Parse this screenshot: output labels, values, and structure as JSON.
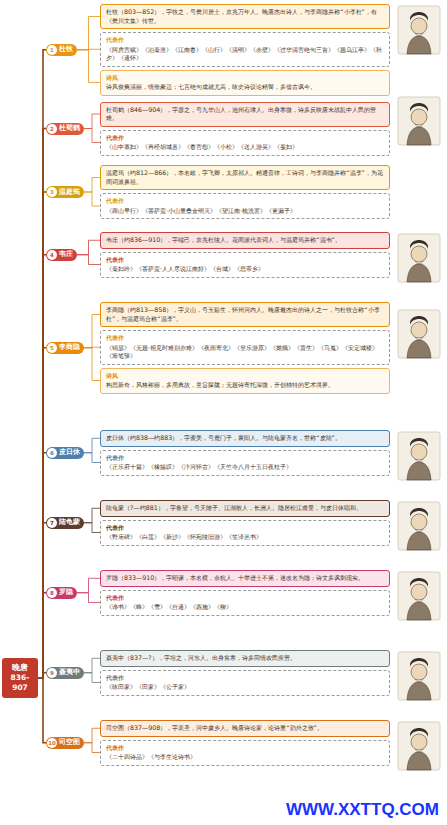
{
  "diagram": {
    "nodes": [
      {
        "text": [
          "晚唐 836-907"
        ]
      },
      {
        "text": [
          "1",
          "杜牧"
        ]
      },
      {
        "text": [
          "杜牧（803—852），字牧之，号樊川居士，京兆万年人。晚唐杰出诗人，与李商隐并称“小李杜”，有《樊川文集》传世。"
        ]
      },
      {
        "text": [
          "代表作",
          "《阿房宫赋》《泊秦淮》《江南春》《山行》《清明》《赤壁》《过华清宫绝句三首》《题乌江亭》《秋夕》《遣怀》"
        ]
      },
      {
        "text": [
          "诗风",
          "诗风俊爽清丽，情致豪迈；七言绝句成就尤高，咏史诗议论精警，多借古讽今。"
        ]
      },
      {
        "text": [
          "2",
          "杜荀鹤"
        ]
      },
      {
        "text": [
          "杜荀鹤（846—904），字彦之，号九华山人，池州石埭人。出身寒微，诗多反映唐末战乱中人民的苦难。"
        ]
      },
      {
        "text": [
          "代表作",
          "《山中寡妇》《再经胡城县》《春宫怨》《小松》《送人游吴》《蚕妇》"
        ]
      },
      {
        "text": [
          "3",
          "温庭筠"
        ]
      },
      {
        "text": [
          "温庭筠（约812—866），本名岐，字飞卿，太原祁人。精通音律，工诗词，与李商隐并称“温李”，为花间词派鼻祖。"
        ]
      },
      {
        "text": [
          "代表作",
          "《商山早行》《菩萨蛮·小山重叠金明灭》《望江南·梳洗罢》《更漏子》"
        ]
      },
      {
        "text": [
          "4",
          "韦庄"
        ]
      },
      {
        "text": [
          "韦庄（约836—910），字端己，京兆杜陵人。花间派代表词人，与温庭筠并称“温韦”。"
        ]
      },
      {
        "text": [
          "代表作",
          "《秦妇吟》《菩萨蛮·人人尽说江南好》《台城》《思帝乡》"
        ]
      },
      {
        "text": [
          "5",
          "李商隐"
        ]
      },
      {
        "text": [
          "李商隐（约813—858），字义山，号玉谿生，怀州河内人。晚唐最杰出的诗人之一，与杜牧合称“小李杜”，与温庭筠合称“温李”。"
        ]
      },
      {
        "text": [
          "代表作",
          "《锦瑟》《无题·相见时难别亦难》《夜雨寄北》《登乐游原》《嫦娥》《贾生》《马嵬》《安定城楼》《筹笔驿》"
        ]
      },
      {
        "text": [
          "诗风",
          "构思新奇，风格秾丽，多用典故，意旨朦胧；无题诗寄托深微，开创独特的艺术境界。"
        ]
      },
      {
        "text": [
          "6",
          "皮日休"
        ]
      },
      {
        "text": [
          "皮日休（约838—约883），字袭美，号鹿门子，襄阳人。与陆龟蒙齐名，世称“皮陆”。"
        ]
      },
      {
        "text": [
          "代表作",
          "《正乐府十篇》《橡媪叹》《汴河怀古》《天竺寺八月十五日夜桂子》"
        ]
      },
      {
        "text": [
          "7",
          "陆龟蒙"
        ]
      },
      {
        "text": [
          "陆龟蒙（?—约881），字鲁望，号天随子、江湖散人，长洲人。隐居松江甫里，与皮日休唱和。"
        ]
      },
      {
        "text": [
          "代表作",
          "《野庙碑》《白莲》《新沙》《怀宛陵旧游》《笠泽丛书》"
        ]
      },
      {
        "text": [
          "8",
          "罗隐"
        ]
      },
      {
        "text": [
          "罗隐（833—910），字昭谏，本名横，余杭人。十举进士不第，遂改名为隐；诗文多讽刺现实。"
        ]
      },
      {
        "text": [
          "代表作",
          "《谗书》《蜂》《雪》《自遣》《西施》《柳》"
        ]
      },
      {
        "text": [
          "9",
          "聂夷中"
        ]
      },
      {
        "text": [
          "聂夷中（837—?），字坦之，河东人。出身贫寒，诗多同情农民疾苦。"
        ]
      },
      {
        "text": [
          "代表作",
          "《咏田家》《田家》《公子家》"
        ]
      },
      {
        "text": [
          "10",
          "司空图"
        ]
      },
      {
        "text": [
          "司空图（837—908），字表圣，河中虞乡人。晚唐诗论家，论诗重“韵外之致”。"
        ]
      },
      {
        "text": [
          "代表作",
          "《二十四诗品》《与李生论诗书》"
        ]
      }
    ],
    "edges": [
      {
        "from": 0,
        "to": 1,
        "arrow": "none"
      },
      {
        "from": 0,
        "to": 5,
        "arrow": "none"
      },
      {
        "from": 0,
        "to": 8,
        "arrow": "none"
      },
      {
        "from": 0,
        "to": 11,
        "arrow": "none"
      },
      {
        "from": 0,
        "to": 14,
        "arrow": "none"
      },
      {
        "from": 0,
        "to": 18,
        "arrow": "none"
      },
      {
        "from": 0,
        "to": 21,
        "arrow": "none"
      },
      {
        "from": 0,
        "to": 24,
        "arrow": "none"
      },
      {
        "from": 0,
        "to": 27,
        "arrow": "none"
      },
      {
        "from": 0,
        "to": 30,
        "arrow": "none"
      },
      {
        "from": 1,
        "to": 2,
        "arrow": "none"
      },
      {
        "from": 1,
        "to": 3,
        "arrow": "none"
      },
      {
        "from": 1,
        "to": 4,
        "arrow": "none"
      },
      {
        "from": 5,
        "to": 6,
        "arrow": "none"
      },
      {
        "from": 5,
        "to": 7,
        "arrow": "none"
      },
      {
        "from": 8,
        "to": 9,
        "arrow": "none"
      },
      {
        "from": 8,
        "to": 10,
        "arrow": "none"
      },
      {
        "from": 11,
        "to": 12,
        "arrow": "none"
      },
      {
        "from": 11,
        "to": 13,
        "arrow": "none"
      },
      {
        "from": 14,
        "to": 15,
        "arrow": "none"
      },
      {
        "from": 14,
        "to": 16,
        "arrow": "none"
      },
      {
        "from": 14,
        "to": 17,
        "arrow": "none"
      },
      {
        "from": 18,
        "to": 19,
        "arrow": "none"
      },
      {
        "from": 18,
        "to": 20,
        "arrow": "none"
      },
      {
        "from": 21,
        "to": 22,
        "arrow": "none"
      },
      {
        "from": 21,
        "to": 23,
        "arrow": "none"
      },
      {
        "from": 24,
        "to": 25,
        "arrow": "none"
      },
      {
        "from": 24,
        "to": 26,
        "arrow": "none"
      },
      {
        "from": 27,
        "to": 28,
        "arrow": "none"
      },
      {
        "from": 27,
        "to": 29,
        "arrow": "none"
      },
      {
        "from": 30,
        "to": 31,
        "arrow": "none"
      },
      {
        "from": 30,
        "to": 32,
        "arrow": "none"
      }
    ],
    "labels": [
      "WWW.XXTTQ.COM"
    ]
  }
}
